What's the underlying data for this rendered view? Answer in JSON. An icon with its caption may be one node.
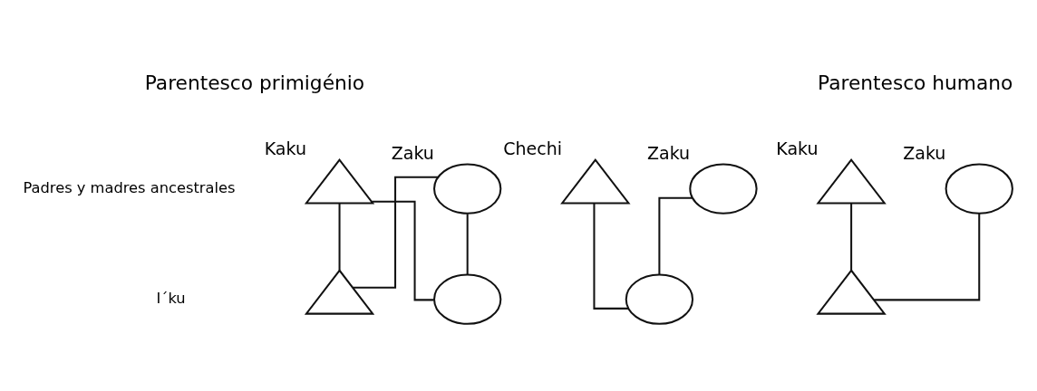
{
  "diagram": {
    "nodes": [
      {
        "text": [],
        "shape": "triangle",
        "beside": [
          "Kaku"
        ]
      },
      {
        "text": [],
        "shape": "circle",
        "beside": [
          "Zaku"
        ]
      },
      {
        "text": [],
        "shape": "triangle"
      },
      {
        "text": [],
        "shape": "circle"
      },
      {
        "text": [],
        "shape": "triangle",
        "beside": [
          "Chechi"
        ]
      },
      {
        "text": [],
        "shape": "circle",
        "beside": [
          "Zaku"
        ]
      },
      {
        "text": [],
        "shape": "circle"
      },
      {
        "text": [],
        "shape": "triangle",
        "beside": [
          "Kaku"
        ]
      },
      {
        "text": [],
        "shape": "circle",
        "beside": [
          "Zaku"
        ]
      },
      {
        "text": [],
        "shape": "triangle"
      }
    ],
    "edges": [
      {
        "from": 0,
        "to": 2,
        "arrow": "none"
      },
      {
        "from": 0,
        "to": 3,
        "arrow": "none"
      },
      {
        "from": 1,
        "to": 2,
        "arrow": "none"
      },
      {
        "from": 1,
        "to": 3,
        "arrow": "none"
      },
      {
        "from": 4,
        "to": 6,
        "arrow": "none"
      },
      {
        "from": 5,
        "to": 6,
        "arrow": "none"
      },
      {
        "from": 7,
        "to": 9,
        "arrow": "none"
      },
      {
        "from": 8,
        "to": 9,
        "arrow": "none"
      }
    ],
    "labels": [
      "Parentesco primigénio",
      "Parentesco humano",
      "Padres y madres ancestrales",
      "I´ku"
    ]
  }
}
